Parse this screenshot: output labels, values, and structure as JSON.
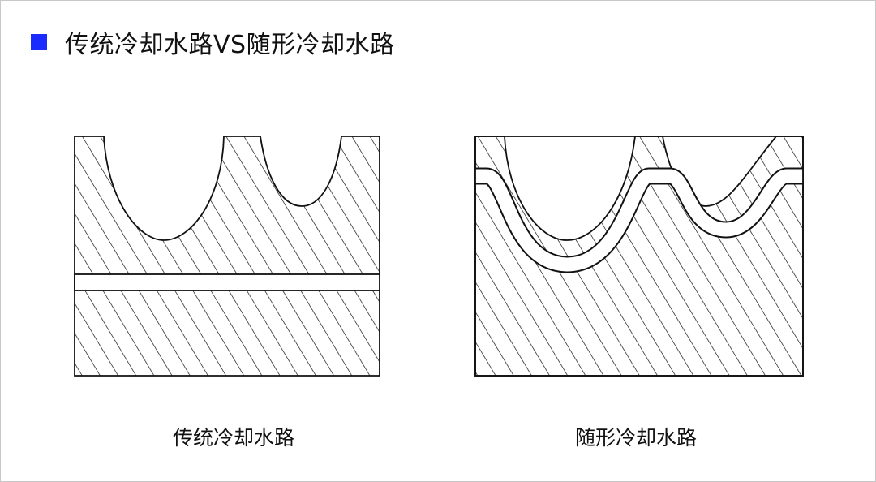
{
  "header": {
    "title": "传统冷却水路VS随形冷却水路",
    "marker_color": "#1a2bff"
  },
  "diagrams": {
    "left": {
      "label": "传统冷却水路"
    },
    "right": {
      "label": "随形冷却水路"
    }
  }
}
